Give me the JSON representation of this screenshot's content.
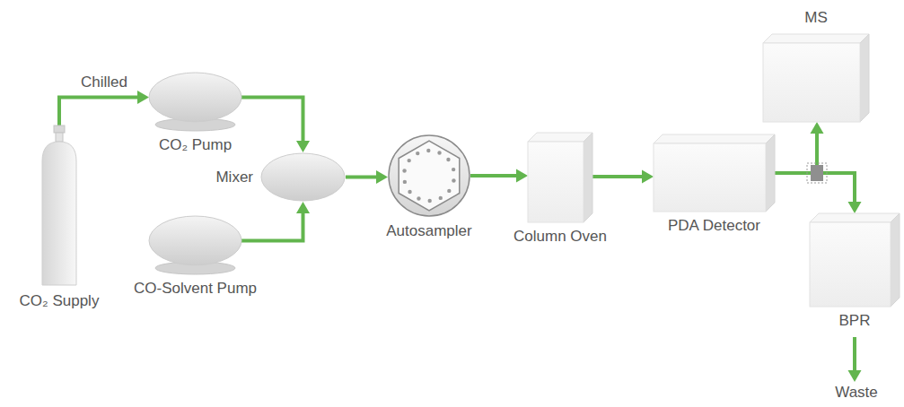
{
  "diagram": {
    "nodes": [
      {
        "text": [
          "CO₂ Supply"
        ]
      },
      {
        "text": [
          "CO₂ Pump"
        ]
      },
      {
        "text": [
          "Mixer"
        ]
      },
      {
        "text": [
          "CO-Solvent Pump"
        ]
      },
      {
        "text": [
          "Autosampler"
        ]
      },
      {
        "text": [
          "Column Oven"
        ]
      },
      {
        "text": [
          "PDA Detector"
        ]
      },
      {
        "text": [
          "MS"
        ]
      },
      {
        "text": [
          "BPR"
        ]
      },
      {
        "text": [
          "Waste"
        ]
      }
    ],
    "edges": [
      {
        "from": 0,
        "to": 1,
        "arrow": "to",
        "label": "Chilled"
      },
      {
        "from": 1,
        "to": 2,
        "arrow": "to"
      },
      {
        "from": 3,
        "to": 2,
        "arrow": "to"
      },
      {
        "from": 2,
        "to": 4,
        "arrow": "to"
      },
      {
        "from": 4,
        "to": 5,
        "arrow": "to"
      },
      {
        "from": 5,
        "to": 6,
        "arrow": "to"
      },
      {
        "from": 6,
        "to": 7,
        "arrow": "to"
      },
      {
        "from": 6,
        "to": 8,
        "arrow": "to"
      },
      {
        "from": 8,
        "to": 9,
        "arrow": "to"
      }
    ]
  }
}
